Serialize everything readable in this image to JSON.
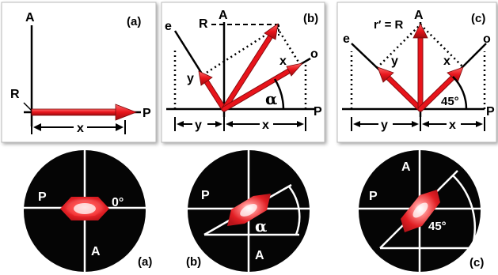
{
  "panels": [
    {
      "id": "a",
      "tag": "(a)",
      "axis_a": "A",
      "axis_p": "P",
      "axis_r": "R",
      "x_label": "x",
      "disc_tag": "(a)",
      "disc_p": "P",
      "disc_a": "A",
      "disc_angle": "0°"
    },
    {
      "id": "b",
      "tag": "(b)",
      "axis_a": "A",
      "axis_p": "P",
      "axis_r": "R",
      "axis_e": "e",
      "axis_o": "o",
      "x_label": "x",
      "y_label": "y",
      "x_dim": "x",
      "y_dim": "y",
      "angle": "α",
      "disc_tag": "(b)",
      "disc_p": "P",
      "disc_a": "A",
      "disc_angle": "α"
    },
    {
      "id": "c",
      "tag": "(c)",
      "axis_a": "A",
      "axis_p": "P",
      "axis_r": "r′ = R",
      "axis_e": "e",
      "axis_o": "o",
      "x_label": "x",
      "y_label": "y",
      "x_dim": "x",
      "y_dim": "y",
      "angle": "45°",
      "disc_tag": "(c)",
      "disc_p": "P",
      "disc_a": "A",
      "disc_angle": "45°"
    }
  ],
  "colors": {
    "arrow_red": "#e8141b",
    "arrow_dark": "#8a0c0f",
    "disc": "#000000",
    "crystal": "#e52d2d"
  }
}
